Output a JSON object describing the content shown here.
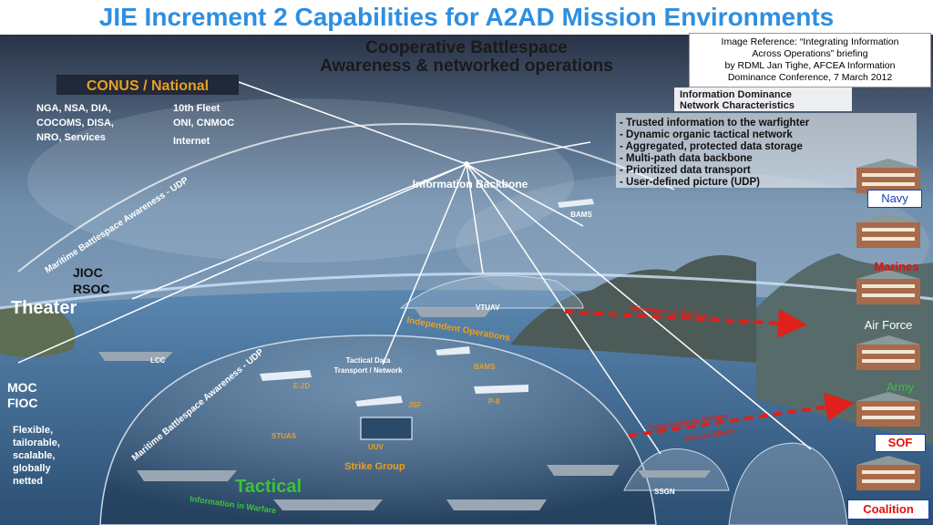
{
  "title": "JIE Increment 2 Capabilities for A2AD Mission Environments",
  "reference": {
    "line1": "Image Reference: “Integrating Information",
    "line2": "Across Operations” briefing",
    "line3": "by RDML Jan Tighe, AFCEA Information",
    "line4": "Dominance Conference, 7 March 2012"
  },
  "header": {
    "line1": "Cooperative Battlespace",
    "line2": "Awareness & networked operations"
  },
  "conus": {
    "title": "CONUS / National",
    "col1": [
      "NGA, NSA, DIA,",
      "COCOMS, DISA,",
      "NRO, Services"
    ],
    "col2": [
      "10th Fleet",
      "ONI, CNMOC",
      "Internet"
    ]
  },
  "network": {
    "title1": "Information Dominance",
    "title2": "Network Characteristics",
    "items": [
      "-  Trusted information to the warfighter",
      "-  Dynamic organic tactical network",
      "-  Aggregated, protected data storage",
      "-  Multi-path data backbone",
      "-  Prioritized data transport",
      "-  User-defined picture (UDP)"
    ]
  },
  "labels": {
    "backbone": "Information Backbone",
    "bams": "BAMS",
    "bams2": "BAMS",
    "udp_outer": "Maritime Battlespace Awareness - UDP",
    "udp_inner": "Maritime Battlespace Awareness - UDP",
    "jioc": "JIOC",
    "rsoc": "RSOC",
    "theater": "Theater",
    "lcc": "LCC",
    "vtuav": "VTUAV",
    "independent": "Independent Operations",
    "iaw1": "Information as Warfare",
    "iaw2": "Information as Warfare",
    "precise": "Precise Effects",
    "tactical_data1": "Tactical Data",
    "tactical_data2": "Transport / Network",
    "e2d": "E-2D",
    "jsf": "JSF",
    "p8": "P-8",
    "moc": "MOC",
    "fioc": "FIOC",
    "flex": [
      "Flexible,",
      "tailorable,",
      "scalable,",
      "globally",
      "netted"
    ],
    "stuas": "STUAS",
    "uuv": "UUV",
    "strike": "Strike Group",
    "tactical": "Tactical",
    "iiw": "Information in Warfare",
    "ssgn": "SSGN"
  },
  "services": {
    "navy": "Navy",
    "marines": "Marines",
    "airforce": "Air Force",
    "army": "Army",
    "sof": "SOF",
    "coalition": "Coalition"
  },
  "colors": {
    "title": "#2e8fe0",
    "sky": "#6f8fae",
    "sea": "#3d6f9c",
    "conus_text": "#e8a020",
    "arrow_red": "#e0201a",
    "navy_tag": "#1a3fb0",
    "marines": "#e01010",
    "airforce": "#ffffff",
    "army": "#3cc23c",
    "coalition_bg": "#ffffff"
  }
}
